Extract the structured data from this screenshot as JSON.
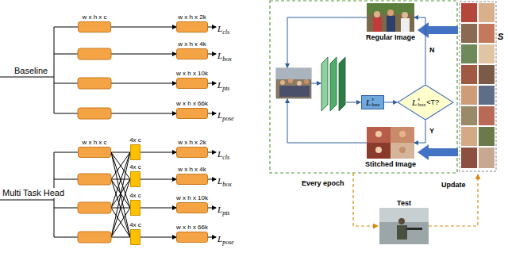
{
  "diagram": {
    "nodes": [
      {
        "text": [
          "w x h x c"
        ]
      },
      {
        "text": [
          "w x h x 2k"
        ]
      },
      {
        "text": [
          "w x h x 4k"
        ]
      },
      {
        "text": [
          "w x h x 10k"
        ]
      },
      {
        "text": [
          "w x h x 66k"
        ]
      },
      {
        "text": [
          "w x h x c"
        ]
      },
      {
        "text": [
          "4x c"
        ]
      },
      {
        "text": [
          "4x c"
        ]
      },
      {
        "text": [
          "4x c"
        ]
      },
      {
        "text": [
          "4x c"
        ]
      },
      {
        "text": [
          "w x h x 2k"
        ]
      },
      {
        "text": [
          "w x h x 4k"
        ]
      },
      {
        "text": [
          "w x h x 10k"
        ]
      },
      {
        "text": [
          "w x h x 66k"
        ]
      },
      {
        "text": [
          "Regular Image"
        ]
      },
      {
        "text": [
          "L",
          "s",
          "box"
        ]
      },
      {
        "text": [
          "L",
          "s",
          "box",
          "<T?"
        ]
      },
      {
        "text": [
          "Stitched Image"
        ]
      },
      {
        "text": [
          "Test"
        ]
      }
    ],
    "edges": [
      {
        "from": 0,
        "to": 1,
        "arrow": "to"
      },
      {
        "from": 5,
        "to": 6,
        "arrow": "none"
      },
      {
        "from": 5,
        "to": 7,
        "arrow": "none"
      },
      {
        "from": 5,
        "to": 8,
        "arrow": "none"
      },
      {
        "from": 5,
        "to": 9,
        "arrow": "none"
      },
      {
        "from": 6,
        "to": 10,
        "arrow": "to"
      },
      {
        "from": 7,
        "to": 11,
        "arrow": "to"
      },
      {
        "from": 8,
        "to": 12,
        "arrow": "to"
      },
      {
        "from": 9,
        "to": 13,
        "arrow": "to"
      },
      {
        "from": 15,
        "to": 16,
        "arrow": "to"
      },
      {
        "from": 16,
        "to": 14,
        "label": "N",
        "arrow": "to"
      },
      {
        "from": 16,
        "to": 17,
        "label": "Y",
        "arrow": "to"
      }
    ],
    "labels": [
      "Baseline",
      "L",
      "cls",
      "L",
      "box",
      "L",
      "pts",
      "L",
      "pose",
      "Multi Task Head",
      "L",
      "cls",
      "L",
      "box",
      "L",
      "pts",
      "L",
      "pose",
      "Every epoch",
      "Update",
      "S"
    ]
  }
}
